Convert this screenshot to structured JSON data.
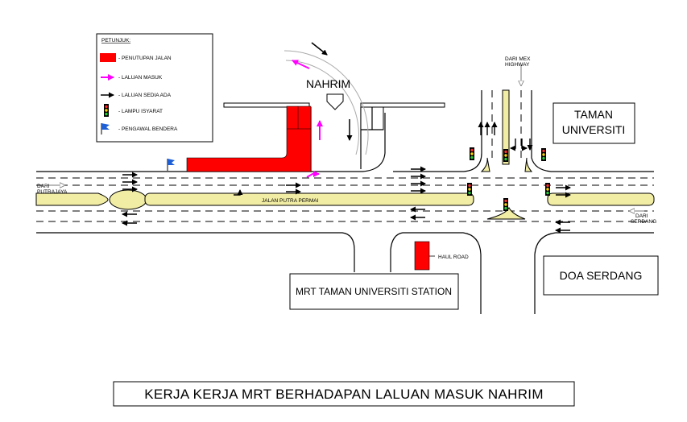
{
  "legend": {
    "heading": "PETUNJUK:",
    "items": [
      {
        "label": "- PENUTUPAN JALAN",
        "icon": "red-closure-swatch",
        "color": "#ff0000"
      },
      {
        "label": "- LALUAN MASUK",
        "icon": "magenta-arrow-icon",
        "color": "#ff00ff"
      },
      {
        "label": "- LALUAN SEDIA ADA",
        "icon": "black-arrow-icon",
        "color": "#000000"
      },
      {
        "label": "- LAMPU ISYARAT",
        "icon": "traffic-light-icon"
      },
      {
        "label": "- PENGAWAL BENDERA",
        "icon": "blue-flag-icon",
        "color": "#1f5fd6"
      }
    ]
  },
  "places": {
    "nahrim": "NAHRIM",
    "taman_universiti_line1": "TAMAN",
    "taman_universiti_line2": "UNIVERSITI",
    "doa_serdang": "DOA SERDANG",
    "mrt_station": "MRT TAMAN UNIVERSITI STATION",
    "haul_road": "HAUL ROAD"
  },
  "road_labels": {
    "jalan_putra_permai": "JALAN PUTRA PERMAI",
    "dari_putrajaya_line1": "DARI",
    "dari_putrajaya_line2": "PUTRAJAYA",
    "dari_serdang_line1": "DARI",
    "dari_serdang_line2": "SERDANG",
    "dari_mex_line1": "DARI MEX",
    "dari_mex_line2": "HIGHWAY"
  },
  "title": "KERJA KERJA MRT BERHADAPAN LALUAN MASUK NAHRIM",
  "colors": {
    "closure": "#ff0000",
    "entry_route": "#ff00ff",
    "existing_route": "#000000",
    "median": "#f2eda4",
    "flag": "#1f5fd6"
  }
}
